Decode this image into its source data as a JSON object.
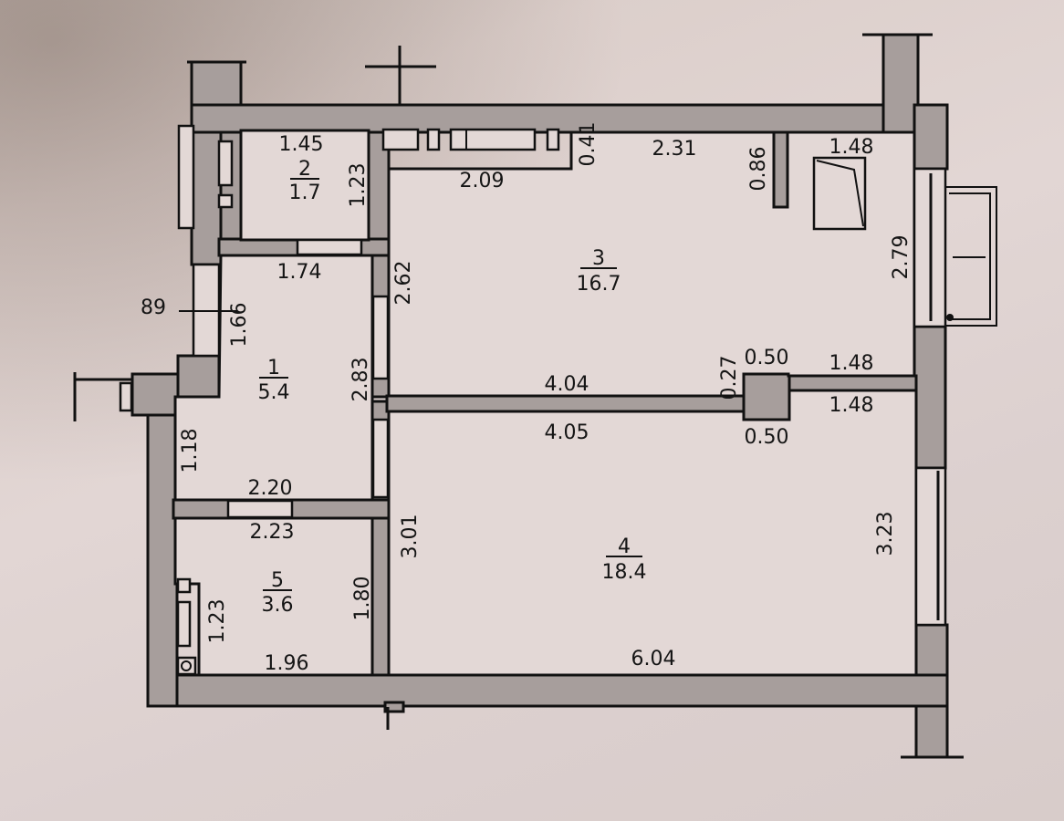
{
  "plan": {
    "rooms": [
      {
        "id": "1",
        "area": "5.4"
      },
      {
        "id": "2",
        "area": "1.7"
      },
      {
        "id": "3",
        "area": "16.7"
      },
      {
        "id": "4",
        "area": "18.4"
      },
      {
        "id": "5",
        "area": "3.6"
      }
    ],
    "dimensions": {
      "r2_top": "1.45",
      "r2_right": "1.23",
      "r1_top": "1.74",
      "r1_left_upper": "1.66",
      "r1_right": "2.83",
      "r1_left_lower": "1.18",
      "r1_bottom": "2.20",
      "r5_top": "2.23",
      "r5_left": "1.23",
      "r5_right": "1.80",
      "r5_bottom": "1.96",
      "r3_top_left": "2.09",
      "r3_step": "0.41",
      "r3_top_mid": "2.31",
      "r3_partition": "0.86",
      "r3_top_right": "1.48",
      "r3_left": "2.62",
      "r3_right": "2.79",
      "r3_bottom": "4.04",
      "column_side": "0.27",
      "column_top": "0.50",
      "column_bottom": "0.50",
      "r3_bottom_right": "1.48",
      "r4_top_right": "1.48",
      "r4_top": "4.05",
      "r4_left": "3.01",
      "r4_right": "3.23",
      "r4_bottom": "6.04"
    },
    "leader_label": "89"
  }
}
